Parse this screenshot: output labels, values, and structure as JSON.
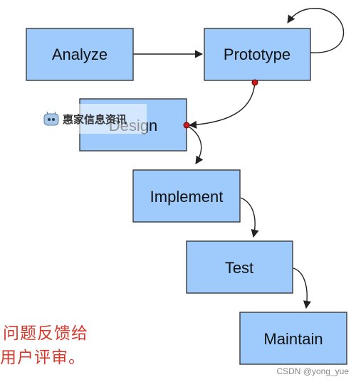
{
  "diagram": {
    "nodes": [
      {
        "id": "analyze",
        "label": "Analyze"
      },
      {
        "id": "prototype",
        "label": "Prototype"
      },
      {
        "id": "design",
        "label": "Design"
      },
      {
        "id": "implement",
        "label": "Implement"
      },
      {
        "id": "test",
        "label": "Test"
      },
      {
        "id": "maintain",
        "label": "Maintain"
      }
    ],
    "edges": [
      {
        "from": "analyze",
        "to": "prototype"
      },
      {
        "from": "prototype",
        "to": "prototype",
        "kind": "self-loop"
      },
      {
        "from": "prototype",
        "to": "design"
      },
      {
        "from": "design",
        "to": "implement"
      },
      {
        "from": "implement",
        "to": "test"
      },
      {
        "from": "test",
        "to": "maintain"
      }
    ],
    "colors": {
      "box_fill": "#9ecbfc",
      "box_stroke": "#3a3a3a",
      "edge": "#222222",
      "connector_dot": "#cc1a1a",
      "note_text": "#d63a2e"
    }
  },
  "overlay": {
    "icon": "robot-avatar-icon",
    "text": "惠家信息资讯"
  },
  "notes": {
    "line1": "问题反馈给",
    "line2": "用户评审。"
  },
  "watermark": "CSDN @yong_yue"
}
